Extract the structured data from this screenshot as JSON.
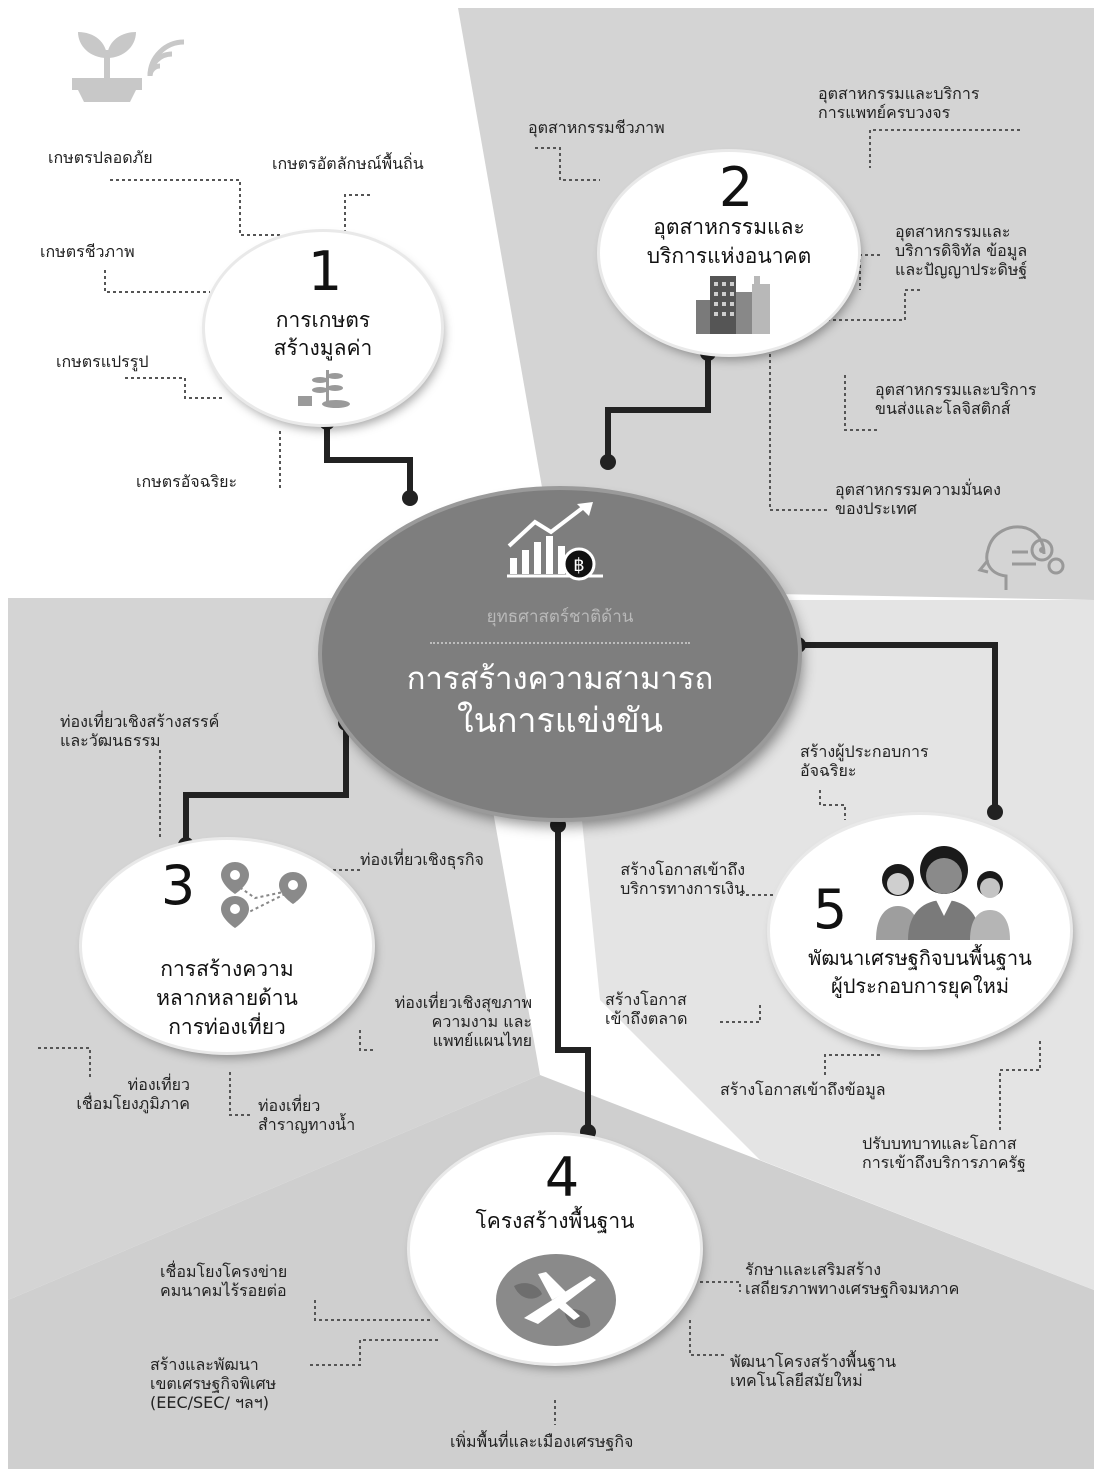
{
  "center": {
    "subtitle": "ยุทธศาสตร์ชาติด้าน",
    "title_line1": "การสร้างความสามารถ",
    "title_line2": "ในการแข่งขัน",
    "icon": "growth-chart-baht-icon"
  },
  "pillars": [
    {
      "number": "1",
      "title_line1": "การเกษตร",
      "title_line2": "สร้างมูลค่า",
      "icon": "plant-sprout-icon",
      "items": [
        "เกษตรปลอดภัย",
        "เกษตรอัตลักษณ์พื้นถิ่น",
        "เกษตรชีวภาพ",
        "เกษตรแปรรูป",
        "เกษตรอัจฉริยะ"
      ]
    },
    {
      "number": "2",
      "title_line1": "อุตสาหกรรมและ",
      "title_line2": "บริการแห่งอนาคต",
      "icon": "city-buildings-icon",
      "items": [
        "อุตสาหกรรมชีวภาพ",
        "อุตสาหกรรมและบริการ",
        "การแพทย์ครบวงจร",
        "อุตสาหกรรมและ",
        "บริการดิจิทัล ข้อมูล",
        "และปัญญาประดิษฐ์",
        "อุตสาหกรรมและบริการ",
        "ขนส่งและโลจิสติกส์",
        "อุตสาหกรรมความมั่นคง",
        "ของประเทศ"
      ]
    },
    {
      "number": "3",
      "title_line1": "การสร้างความ",
      "title_line2": "หลากหลายด้าน",
      "title_line3": "การท่องเที่ยว",
      "icon": "map-pins-route-icon",
      "items": [
        "ท่องเที่ยวเชิงสร้างสรรค์",
        "และวัฒนธรรม",
        "ท่องเที่ยวเชิงธุรกิจ",
        "ท่องเที่ยวเชิงสุขภาพ",
        "ความงาม และ",
        "แพทย์แผนไทย",
        "ท่องเที่ยว",
        "เชื่อมโยงภูมิภาค",
        "ท่องเที่ยว",
        "สำราญทางน้ำ"
      ]
    },
    {
      "number": "4",
      "title_line1": "โครงสร้างพื้นฐาน",
      "icon": "globe-airplane-icon",
      "items": [
        "เชื่อมโยงโครงข่าย",
        "คมนาคมไร้รอยต่อ",
        "สร้างและพัฒนา",
        "เขตเศรษฐกิจพิเศษ",
        "(EEC/SEC/ ฯลฯ)",
        "เพิ่มพื้นที่และเมืองเศรษฐกิจ",
        "พัฒนาโครงสร้างพื้นฐาน",
        "เทคโนโลยีสมัยใหม่",
        "รักษาและเสริมสร้าง",
        "เสถียรภาพทางเศรษฐกิจมหภาค"
      ]
    },
    {
      "number": "5",
      "title_line1": "พัฒนาเศรษฐกิจบนพื้นฐาน",
      "title_line2": "ผู้ประกอบการยุคใหม่",
      "icon": "entrepreneurs-people-icon",
      "items": [
        "สร้างผู้ประกอบการ",
        "อัจฉริยะ",
        "สร้างโอกาสเข้าถึง",
        "บริการทางการเงิน",
        "สร้างโอกาส",
        "เข้าถึงตลาด",
        "สร้างโอกาสเข้าถึงข้อมูล",
        "ปรับบทบาทและโอกาส",
        "การเข้าถึงบริการภาครัฐ"
      ]
    }
  ],
  "decor": {
    "wifi_plant_icon": "smart-farming-wifi-icon",
    "ai_head_icon": "ai-head-gear-icon"
  },
  "colors": {
    "panel": "#d4d4d4",
    "center_fill": "#7e7e7e",
    "connector": "#222222",
    "leader": "#555555"
  }
}
